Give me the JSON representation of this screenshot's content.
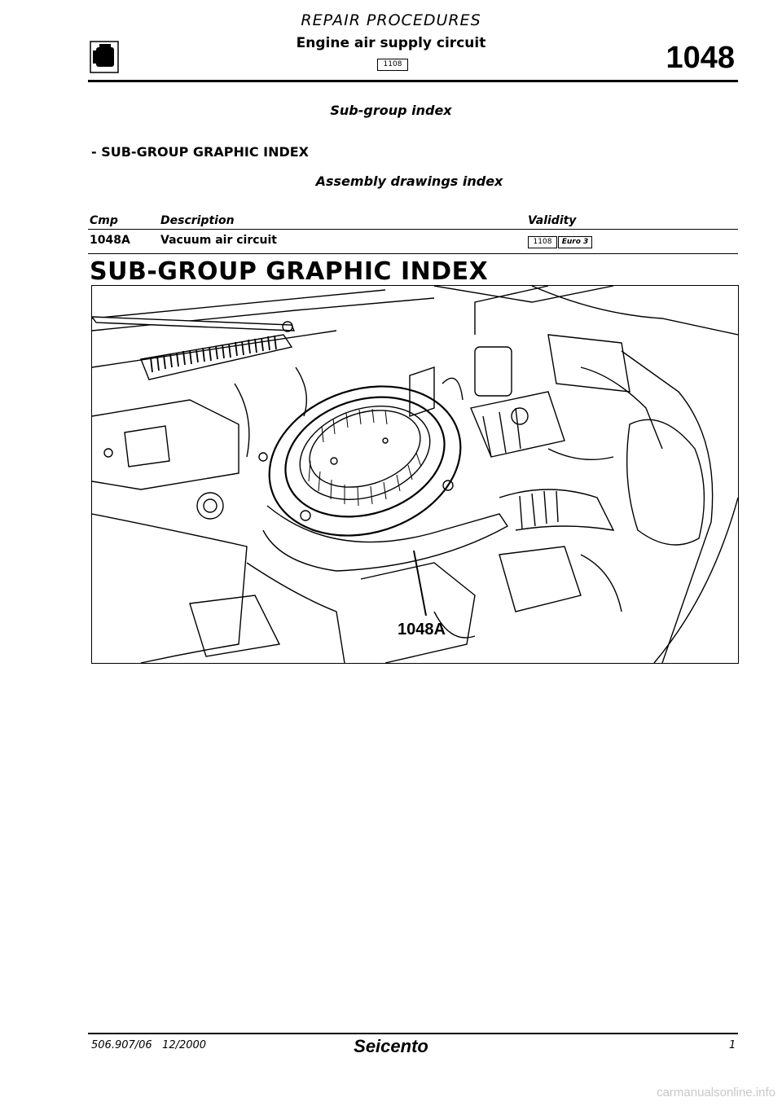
{
  "header": {
    "title": "REPAIR PROCEDURES",
    "subtitle": "Engine air supply circuit",
    "code": "1108",
    "section_number": "1048"
  },
  "sub_group_index": "Sub-group index",
  "sub_group_line": "- SUB-GROUP GRAPHIC INDEX",
  "assembly_index": "Assembly drawings index",
  "table": {
    "headers": {
      "cmp": "Cmp",
      "description": "Description",
      "validity": "Validity"
    },
    "rows": [
      {
        "cmp": "1048A",
        "description": "Vacuum air circuit",
        "validity": [
          "1108",
          "Euro 3"
        ]
      }
    ]
  },
  "graphic_heading": "SUB-GROUP GRAPHIC INDEX",
  "figure": {
    "callout": "1048A"
  },
  "footer": {
    "doc_ref": "506.907/06   12/2000",
    "model": "Seicento",
    "page": "1"
  },
  "watermark": "carmanualsonline.info"
}
